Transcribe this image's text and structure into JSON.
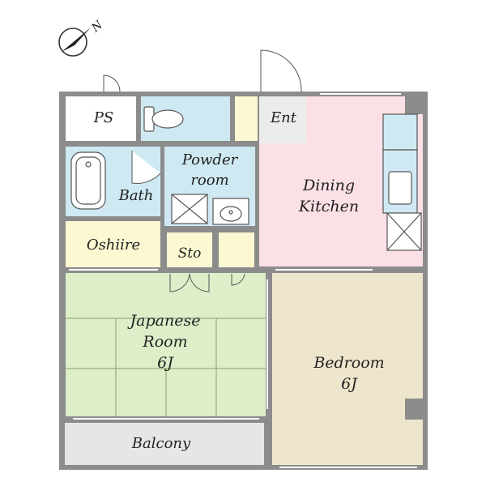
{
  "compass": {
    "label": "N",
    "icon": "north-arrow-icon"
  },
  "rooms": {
    "ps": {
      "label": "PS"
    },
    "ent": {
      "label": "Ent"
    },
    "dining_kitchen": {
      "line1": "Dining",
      "line2": "Kitchen"
    },
    "bath": {
      "label": "Bath"
    },
    "powder_room": {
      "line1": "Powder",
      "line2": "room"
    },
    "oshiire": {
      "label": "Oshiire"
    },
    "sto": {
      "label": "Sto"
    },
    "japanese_room": {
      "line1": "Japanese",
      "line2": "Room",
      "line3": "6J"
    },
    "bedroom": {
      "line1": "Bedroom",
      "line2": "6J"
    },
    "balcony": {
      "label": "Balcony"
    }
  },
  "colors": {
    "wall": "#8c8c8c",
    "wet_area": "#cfe9f2",
    "kitchen": "#fbe0e6",
    "tatami": "#ddeec8",
    "storage": "#fbf8d2",
    "bedroom": "#eee6cc",
    "balcony": "#e6e6e6"
  }
}
